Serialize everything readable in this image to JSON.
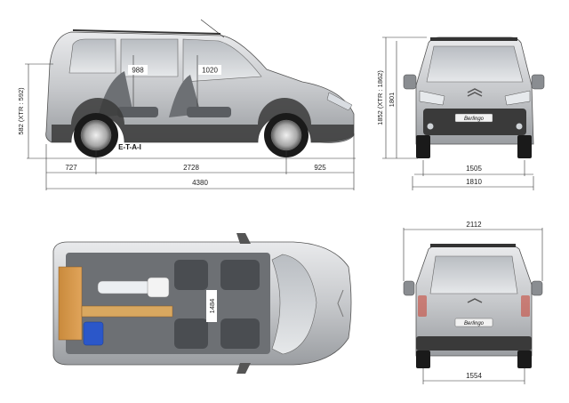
{
  "side_view": {
    "height_label": "582 (XTR : 592)",
    "seat_height_1": "988",
    "seat_height_2": "1020",
    "badge": "E-T-A-I",
    "front_overhang": "727",
    "wheelbase": "2728",
    "rear_overhang": "925",
    "total_length": "4380"
  },
  "front_view": {
    "total_height": "1852 (XTR : 1862)",
    "roof_height": "1801",
    "front_track": "1505",
    "body_width": "1810",
    "badge": "Berlingo"
  },
  "top_view": {
    "interior_width": "1484"
  },
  "rear_view": {
    "mirror_width": "2112",
    "rear_track": "1554",
    "badge": "Berlingo"
  }
}
